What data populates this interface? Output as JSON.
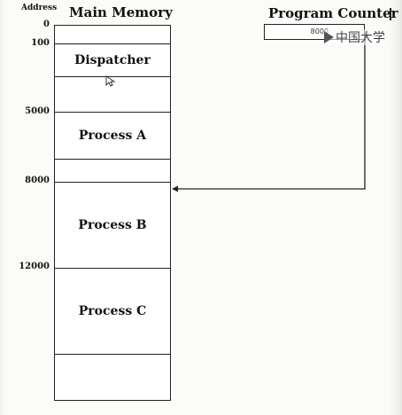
{
  "headers": {
    "address": "Address",
    "main_memory": "Main Memory",
    "program_counter": "Program Counter"
  },
  "addresses": [
    "0",
    "100",
    "5000",
    "8000",
    "12000"
  ],
  "segments": [
    {
      "label": "",
      "shaded": true
    },
    {
      "label": "Dispatcher",
      "shaded": false
    },
    {
      "label": "",
      "shaded": true
    },
    {
      "label": "Process A",
      "shaded": false
    },
    {
      "label": "",
      "shaded": true
    },
    {
      "label": "Process B",
      "shaded": false
    },
    {
      "label": "Process C",
      "shaded": false
    },
    {
      "label": "",
      "shaded": true
    }
  ],
  "program_counter": {
    "value": "8000"
  },
  "watermark": {
    "text": "中国大学"
  },
  "colors": {
    "shaded_fill": "#bdbab5",
    "line": "#222222"
  }
}
